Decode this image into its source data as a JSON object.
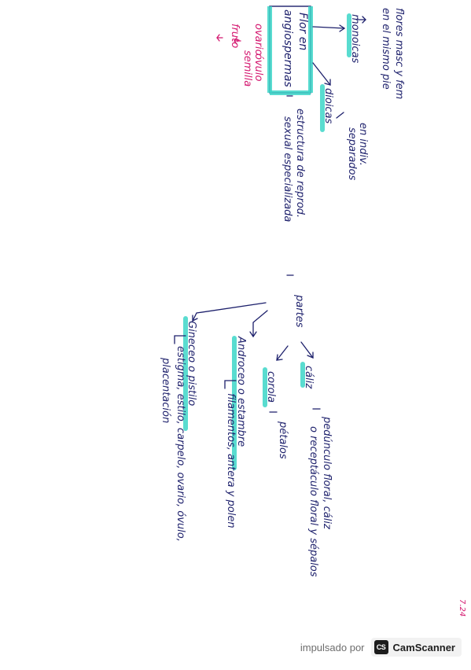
{
  "colors": {
    "ink": "#1c1f6b",
    "pink": "#d4176f",
    "teal": "#3dd6c8",
    "wm_text": "#6d6d6d"
  },
  "notes": {
    "top_note": [
      "flores masc y fem",
      "en el mismo pie"
    ],
    "monoicas": "monoicas",
    "dioicas": "dioicas",
    "en_indiv": [
      "en indiv.",
      "separados"
    ],
    "flor_box": [
      "Flor en",
      "angiospermas"
    ],
    "ovario": "ovario",
    "ovulo": "óvulo",
    "semilla": "semilla",
    "fruto": "fruto",
    "estructura": [
      "estructura de reprod.",
      "sexual especializada"
    ],
    "partes": "partes",
    "caliz": "cáliz",
    "caliz_desc": [
      "pedúnculo floral, cáliz",
      "o receptáculo floral y sépalos"
    ],
    "corola": "corola",
    "petalos": "pétalos",
    "androceo": "Androceo o estambre",
    "androceo_desc": "filamentos, antera y polen",
    "gineceo": "Gineceo o pistilo",
    "gineceo_desc": [
      "estigma, estilo, carpelo, ovario, óvulo,",
      "placentación"
    ],
    "page_no": "7.24"
  },
  "watermark": {
    "text": "impulsado por",
    "logo": "CS",
    "brand": "CamScanner"
  }
}
